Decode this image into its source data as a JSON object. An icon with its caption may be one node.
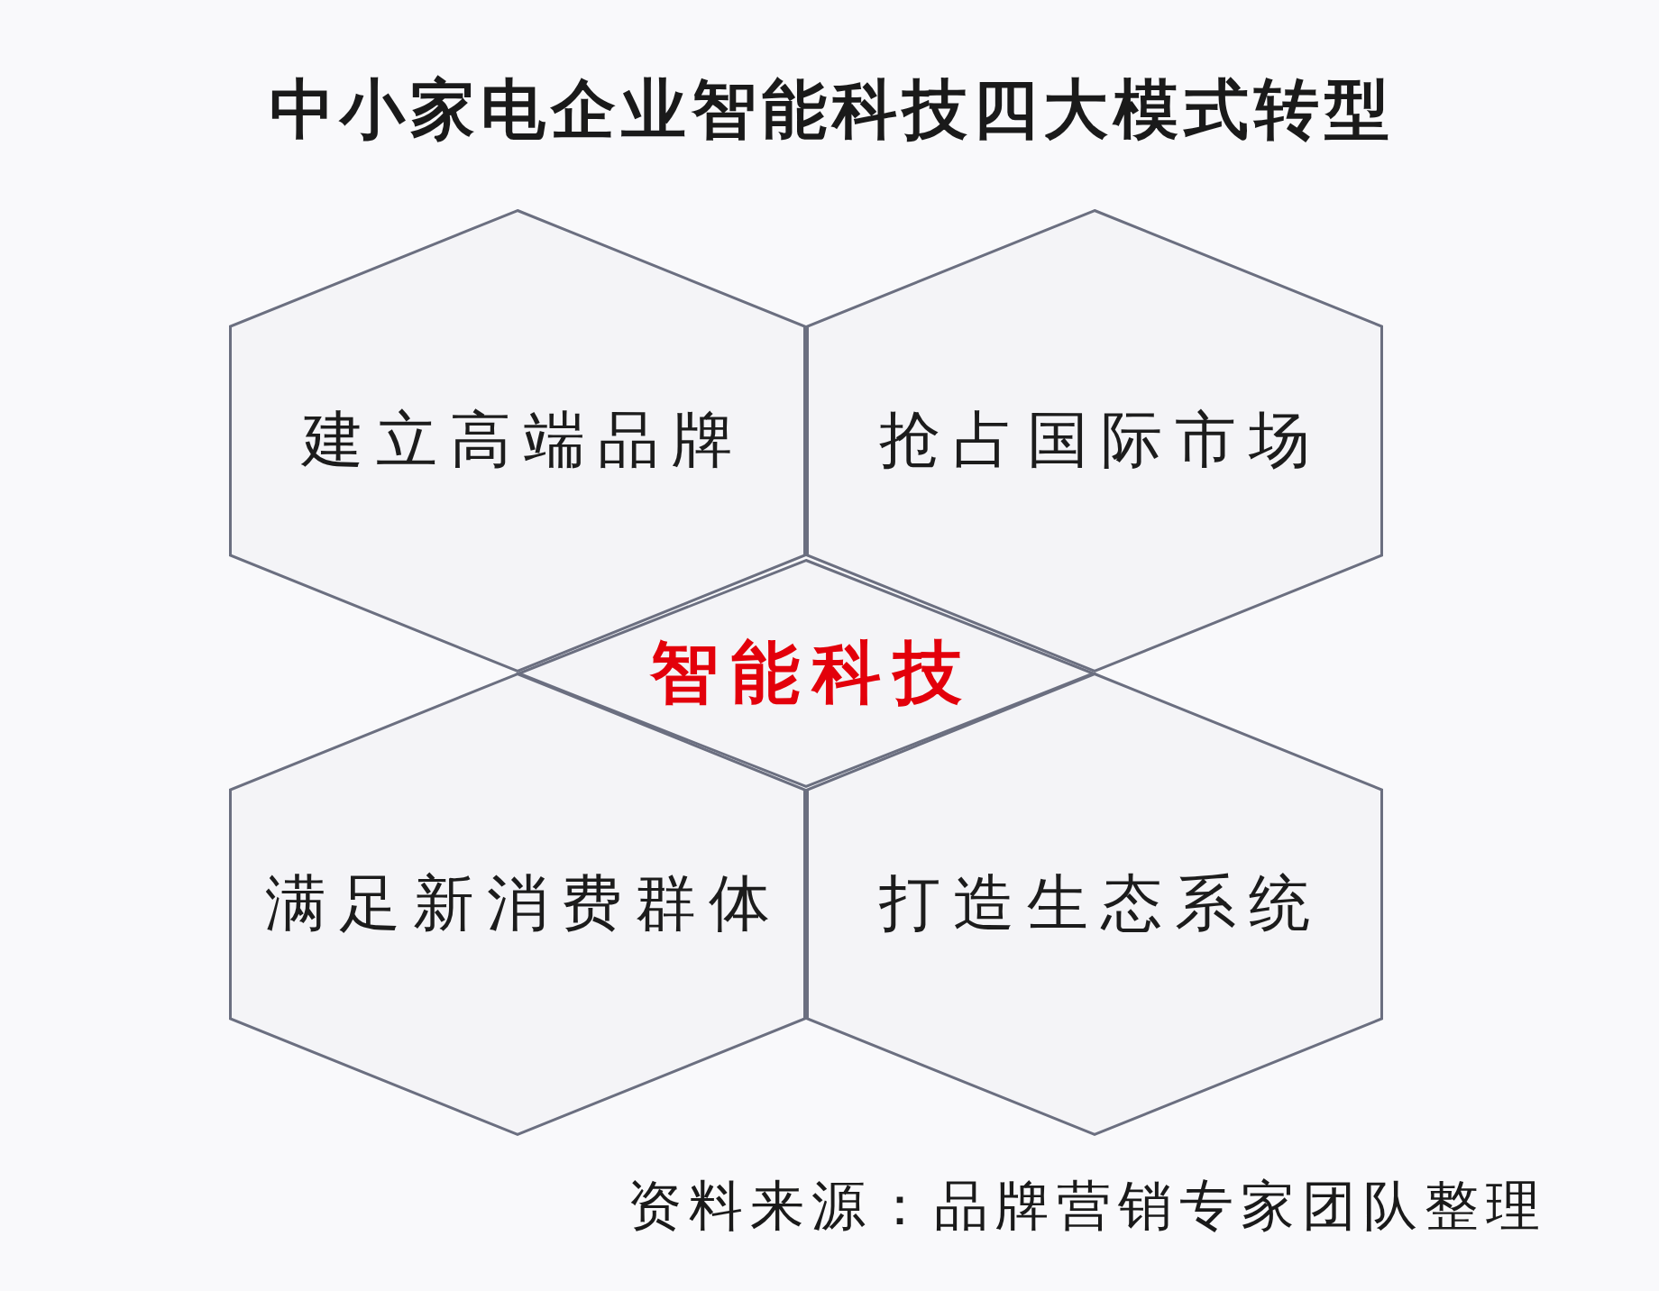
{
  "diagram": {
    "title": "中小家电企业智能科技四大模式转型",
    "nodes": [
      {
        "text": [
          "建立高端品牌"
        ]
      },
      {
        "text": [
          "抢占国际市场"
        ]
      },
      {
        "text": [
          "智能科技"
        ]
      },
      {
        "text": [
          "满足新消费群体"
        ]
      },
      {
        "text": [
          "打造生态系统"
        ]
      }
    ],
    "labels": [
      "资料来源：品牌营销专家团队整理"
    ]
  }
}
